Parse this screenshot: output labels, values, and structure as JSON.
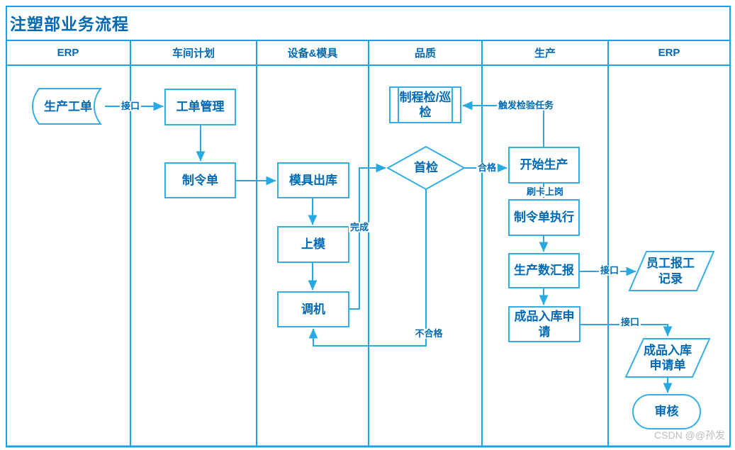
{
  "title": "注塑部业务流程",
  "lanes": [
    {
      "label": "ERP"
    },
    {
      "label": "车间计划"
    },
    {
      "label": "设备&模具"
    },
    {
      "label": "品质"
    },
    {
      "label": "生产"
    },
    {
      "label": "ERP"
    }
  ],
  "nodes": {
    "production_work_order": {
      "label": "生产工单",
      "shape": "stored-data"
    },
    "work_order_mgmt": {
      "label": "工单管理",
      "shape": "process"
    },
    "mfg_order": {
      "label": "制令单",
      "shape": "process"
    },
    "mold_checkout": {
      "label": "模具出库",
      "shape": "process"
    },
    "mold_install": {
      "label": "上模",
      "shape": "process"
    },
    "machine_setup": {
      "label": "调机",
      "shape": "process"
    },
    "first_inspection": {
      "label": "首检",
      "shape": "decision"
    },
    "process_inspection": {
      "label": "制程检/巡\n检",
      "shape": "predefined-process"
    },
    "start_production": {
      "label": "开始生产",
      "shape": "process"
    },
    "mfg_order_exec": {
      "label": "制令单执行",
      "shape": "process"
    },
    "production_report": {
      "label": "生产数汇报",
      "shape": "process"
    },
    "finished_goods_request": {
      "label": "成品入库申\n请",
      "shape": "process"
    },
    "employee_work_record": {
      "label": "员工报工\n记录",
      "shape": "parallelogram"
    },
    "warehouse_request_form": {
      "label": "成品入库\n申请单",
      "shape": "parallelogram"
    },
    "review": {
      "label": "审核",
      "shape": "terminator"
    }
  },
  "edge_labels": {
    "interface_1": "接口",
    "complete": "完成",
    "pass": "合格",
    "fail": "不合格",
    "trigger_inspection": "触发检验任务",
    "swipe_card": "刷卡上岗",
    "interface_2": "接口",
    "interface_3": "接口"
  },
  "watermark": "CSDN @@孙发",
  "colors": {
    "line": "#29a9e1",
    "frame": "#1aa3e3",
    "text": "#0069b4"
  }
}
